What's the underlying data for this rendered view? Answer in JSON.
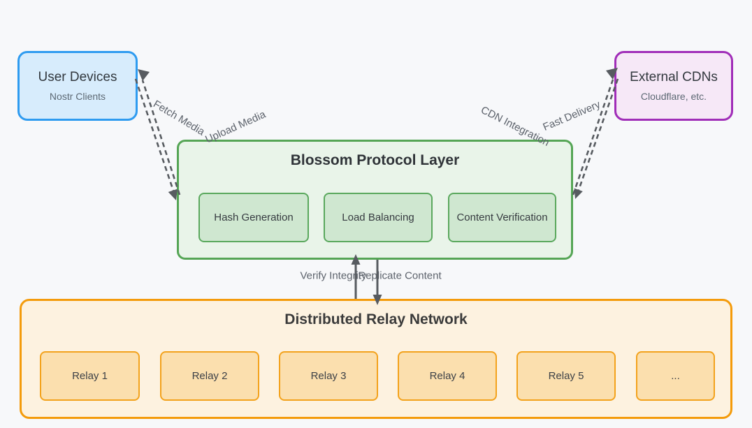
{
  "canvas": {
    "background": "#f7f8fa"
  },
  "nodes": {
    "user_devices": {
      "title": "User Devices",
      "subtitle": "Nostr Clients",
      "fill": "#d7ecfc",
      "border": "#2e9bf0"
    },
    "external_cdns": {
      "title": "External CDNs",
      "subtitle": "Cloudflare, etc.",
      "fill": "#f6e8f7",
      "border": "#a02db8"
    },
    "blossom": {
      "title": "Blossom Protocol Layer",
      "fill": "#e9f4e9",
      "border": "#55a555",
      "children": [
        "Hash Generation",
        "Load Balancing",
        "Content Verification"
      ]
    },
    "relay_network": {
      "title": "Distributed Relay Network",
      "fill": "#fdf2e0",
      "border": "#f49b0b",
      "children": [
        "Relay 1",
        "Relay 2",
        "Relay 3",
        "Relay 4",
        "Relay 5",
        "..."
      ]
    }
  },
  "edges": {
    "fetch_media": {
      "label": "Fetch Media",
      "style": "dashed",
      "from": "blossom",
      "to": "user_devices"
    },
    "upload_media": {
      "label": "Upload Media",
      "style": "dashed",
      "from": "user_devices",
      "to": "blossom"
    },
    "cdn_integration": {
      "label": "CDN Integration",
      "style": "dashed",
      "from": "external_cdns",
      "to": "blossom"
    },
    "fast_delivery": {
      "label": "Fast Delivery",
      "style": "dashed",
      "from": "blossom",
      "to": "external_cdns"
    },
    "verify_integrity": {
      "label": "Verify Integrity",
      "style": "solid",
      "from": "relay_network",
      "to": "blossom"
    },
    "replicate_content": {
      "label": "Replicate Content",
      "style": "solid",
      "from": "blossom",
      "to": "relay_network"
    }
  },
  "colors": {
    "arrow": "#575b60",
    "edge_label_text": "#5d636c",
    "node_title_text": "#32383e",
    "node_subtitle_text": "#5d6974"
  }
}
